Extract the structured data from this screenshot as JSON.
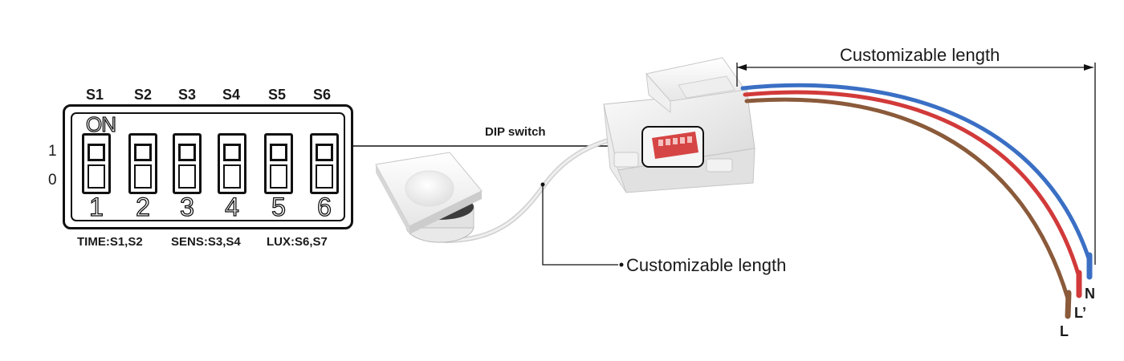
{
  "dip_switch_panel": {
    "switch_headers": [
      "S1",
      "S2",
      "S3",
      "S4",
      "S5",
      "S6"
    ],
    "on_label": "ON",
    "row_labels": {
      "on": "1",
      "off": "0"
    },
    "switch_numbers": [
      "1",
      "2",
      "3",
      "4",
      "5",
      "6"
    ],
    "legend": {
      "time": "TIME:S1,S2",
      "sens": "SENS:S3,S4",
      "lux": "LUX:S6,S7"
    }
  },
  "callouts": {
    "dip_switch": "DIP switch",
    "sensor_cable_length": "Customizable length",
    "wire_length": "Customizable length"
  },
  "wires": {
    "labels": {
      "neutral": "N",
      "load": "L’",
      "line": "L"
    },
    "colors": {
      "blue": "#3a6fc4",
      "red": "#d23a3a",
      "brown": "#8a5a3a"
    }
  }
}
